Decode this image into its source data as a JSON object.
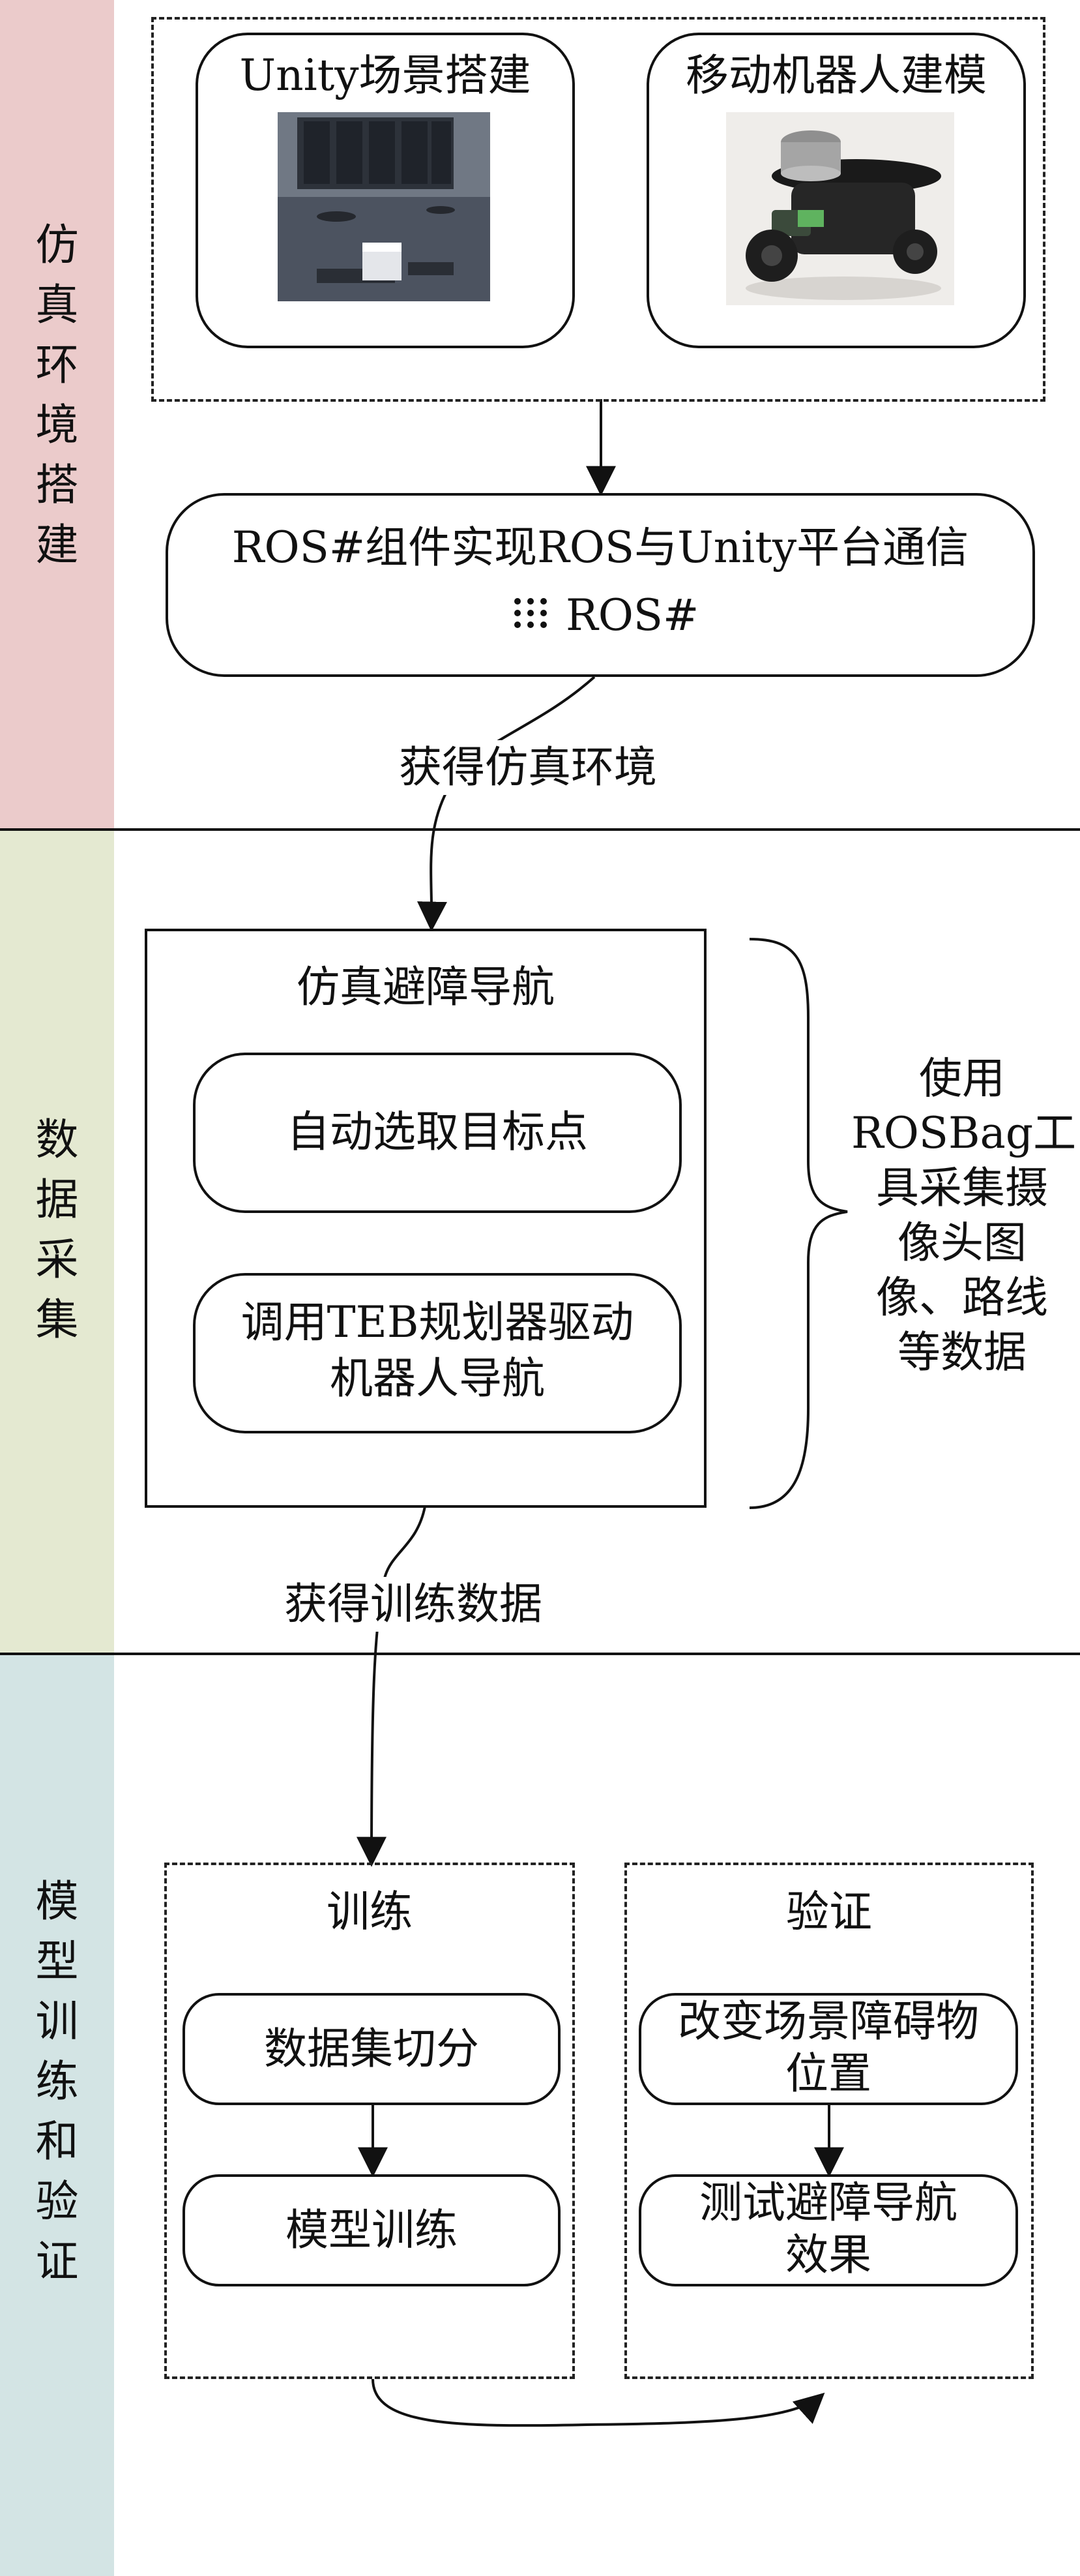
{
  "sections": [
    {
      "label": "仿真环境搭建",
      "chars": [
        "仿",
        "真",
        "环",
        "境",
        "搭",
        "建"
      ]
    },
    {
      "label": "数据采集",
      "chars": [
        "数",
        "据",
        "采",
        "集"
      ]
    },
    {
      "label": "模型训练和验证",
      "chars": [
        "模",
        "型",
        "训",
        "练",
        "和",
        "验",
        "证"
      ]
    }
  ],
  "env": {
    "unity_title": "Unity场景搭建",
    "robot_title": "移动机器人建模",
    "ros_line1": "ROS#组件实现ROS与Unity平台通信",
    "ros_logo_text": "ROS#",
    "edge_label_1": "获得仿真环境"
  },
  "collect": {
    "title": "仿真避障导航",
    "step1": "自动选取目标点",
    "step2_line1": "调用TEB规划器驱动",
    "step2_line2": "机器人导航",
    "note_lines": [
      "使用",
      "ROSBag工",
      "具采集摄",
      "像头图",
      "像、路线",
      "等数据"
    ],
    "edge_label_2": "获得训练数据"
  },
  "train": {
    "title": "训练",
    "step1": "数据集切分",
    "step2": "模型训练"
  },
  "verify": {
    "title": "验证",
    "step1_line1": "改变场景障碍物",
    "step1_line2": "位置",
    "step2_line1": "测试避障导航",
    "step2_line2": "效果"
  },
  "colors": {
    "band_env": "#ebcbcb",
    "band_collect": "#e4e9d1",
    "band_train": "#d3e4e4"
  }
}
